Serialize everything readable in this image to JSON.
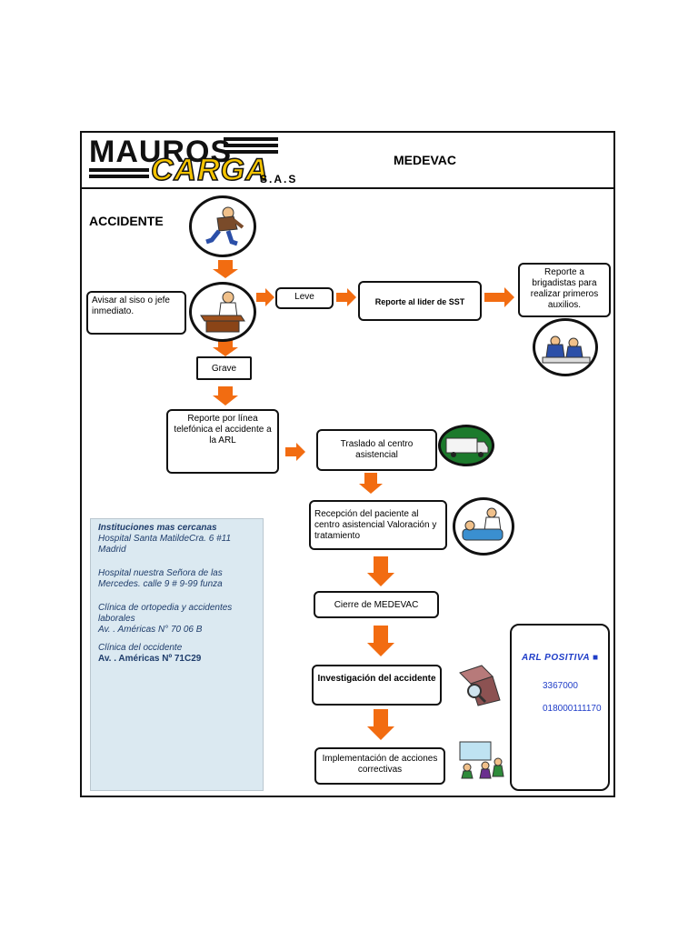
{
  "header": {
    "logo_top": "MAUROS",
    "logo_bottom": "CARGA",
    "logo_suffix": "S.A.S",
    "title": "MEDEVAC"
  },
  "start_label": "ACCIDENTE",
  "nodes": {
    "avisar": "Avisar al siso o jefe inmediato.",
    "leve": "Leve",
    "reporte_lider": "Reporte al  lider de   SST",
    "reporte_brigadistas": "Reporte    a brigadistas para realizar  primeros auxilios.",
    "grave": "Grave",
    "reporte_arl": "Reporte  por línea telefónica el  accidente a  la ARL",
    "traslado": "Traslado al centro asistencial",
    "recepcion": "Recepción del paciente al centro asistencial Valoración y tratamiento",
    "cierre": "Cierre de MEDEVAC",
    "investigacion": "Investigación  del accidente",
    "implementacion": "Implementación  de acciones correctivas"
  },
  "info_panel": {
    "heading": "Instituciones mas cercanas",
    "item1": "Hospital Santa MatildeCra. 6 #11 Madrid",
    "item2": "Hospital nuestra Señora de las Mercedes. calle 9 # 9-99 funza",
    "item3_name": "Clínica de ortopedia y accidentes laborales",
    "item3_addr": "Av. . Américas N° 70 06 B",
    "item4_name": "Clínica del occidente",
    "item4_addr": "Av. . Américas Nº 71C29"
  },
  "arl_panel": {
    "title": "ARL POSITIVA ■",
    "phone1": "3367000",
    "phone2": "018000111170"
  },
  "icons": {
    "injured_worker": "injured-worker-icon",
    "doctor_desk": "doctor-desk-icon",
    "first_aid": "first-aid-icon",
    "ambulance": "ambulance-icon",
    "patient_care": "patient-care-icon",
    "investigation": "investigation-icon",
    "corrective_actions": "corrective-actions-icon"
  },
  "colors": {
    "arrow": "#f26c11",
    "info_bg": "#dbe9f1",
    "logo_yellow": "#f5c400",
    "arl_text": "#1f3dc8"
  }
}
